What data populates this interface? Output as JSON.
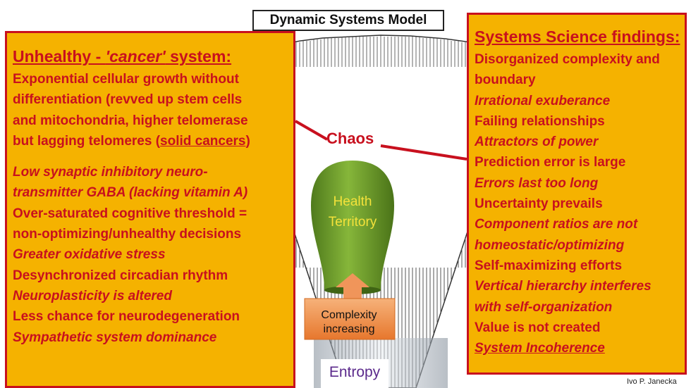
{
  "title": "Dynamic Systems Model",
  "left_panel": {
    "heading_prefix": "Unhealthy - ",
    "heading_em": "'cancer'",
    "heading_suffix": " system:",
    "lines": [
      {
        "text": "Exponential cellular growth without",
        "italic": false
      },
      {
        "text": "differentiation (revved up stem cells",
        "italic": false
      },
      {
        "text": "and mitochondria, higher telomerase",
        "italic": false
      },
      {
        "text_prefix": "but lagging telomeres (",
        "underlined": "solid cancers",
        "text_suffix": ")",
        "italic": false
      },
      {
        "text": "Low synaptic inhibitory neuro-",
        "italic": true
      },
      {
        "text": "transmitter GABA (lacking vitamin A)",
        "italic": true
      },
      {
        "text": "Over-saturated cognitive threshold =",
        "italic": false
      },
      {
        "text": "non-optimizing/unhealthy decisions",
        "italic": false
      },
      {
        "text": "Greater oxidative stress",
        "italic": true
      },
      {
        "text": "Desynchronized circadian rhythm",
        "italic": false
      },
      {
        "text": "Neuroplasticity is altered",
        "italic": true
      },
      {
        "text": "Less chance for neurodegeneration",
        "italic": false
      },
      {
        "text": "Sympathetic system dominance",
        "italic": true
      }
    ]
  },
  "right_panel": {
    "heading": "Systems Science findings:",
    "lines": [
      {
        "text": "Disorganized complexity and",
        "italic": false
      },
      {
        "text": "boundary",
        "italic": false
      },
      {
        "text": "Irrational exuberance",
        "italic": true
      },
      {
        "text": "Failing relationships",
        "italic": false
      },
      {
        "text": "Attractors of power",
        "italic": true
      },
      {
        "text": "Prediction error is large",
        "italic": false
      },
      {
        "text": "Errors last too long",
        "italic": true
      },
      {
        "text": "Uncertainty  prevails",
        "italic": false
      },
      {
        "text": "Component ratios are not",
        "italic": true
      },
      {
        "text": "homeostatic/optimizing",
        "italic": true
      },
      {
        "text": "Self-maximizing efforts",
        "italic": false
      },
      {
        "text": "Vertical hierarchy interferes",
        "italic": true
      },
      {
        "text": "with self-organization",
        "italic": true
      },
      {
        "text": "Value is not created",
        "italic": false
      },
      {
        "text": "System Incoherence",
        "italic": true,
        "underline": true
      }
    ]
  },
  "diagram": {
    "chaos_label": "Chaos",
    "health_line1": "Health",
    "health_line2": "Territory",
    "complexity_line1": "Complexity",
    "complexity_line2": "increasing",
    "entropy_label": "Entropy"
  },
  "credit": "Ivo P. Janecka",
  "colors": {
    "panel_fill": "#f5b200",
    "panel_border": "#c8101e",
    "text_red": "#c8101e",
    "health_green": "#6a9a2a",
    "arrow_orange": "#f0955a",
    "entropy_purple": "#5b2a8c"
  }
}
